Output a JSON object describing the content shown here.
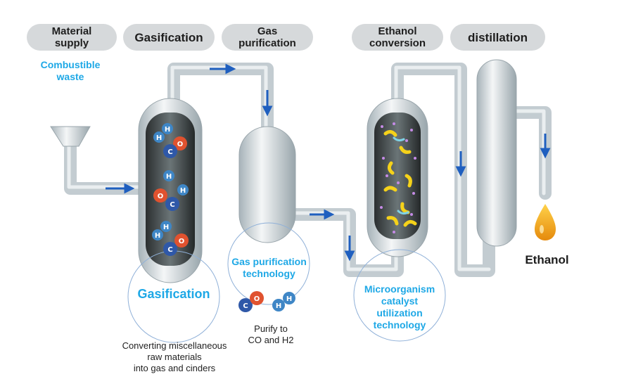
{
  "stages": [
    {
      "label": "Material\nsupply"
    },
    {
      "label": "Gasification"
    },
    {
      "label": "Gas\npurification"
    },
    {
      "label": "Ethanol\nconversion"
    },
    {
      "label": "distillation"
    }
  ],
  "labels": {
    "combustible_waste": "Combustible\nwaste",
    "gasification_tech": "Gasification",
    "gas_purification_tech": "Gas purification\ntechnology",
    "microorganism_tech": "Microorganism\ncatalyst\nutilization\ntechnology",
    "ethanol": "Ethanol"
  },
  "captions": {
    "gasification": "Converting miscellaneous\nraw materials\ninto gas and cinders",
    "purification": "Purify to\nCO and H2"
  },
  "molecules": {
    "hydrogen": "H",
    "carbon": "C",
    "oxygen": "O"
  },
  "colors": {
    "accent_blue": "#1ea8e6",
    "pipe": "#c9d2d6",
    "arrow": "#1f5fbf",
    "hydrogen": "#3e86c6",
    "carbon": "#2f58a8",
    "oxygen": "#e0522f",
    "flame": "#f2a51c"
  }
}
